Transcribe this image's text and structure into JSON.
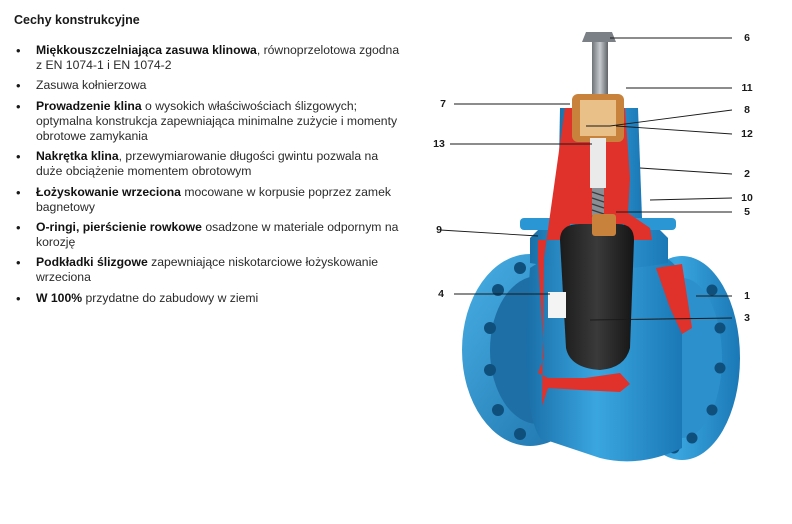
{
  "title": "Cechy konstrukcyjne",
  "features": [
    {
      "bold": "Miękkouszczelniająca zasuwa klinowa",
      "text": ", równoprzelotowa zgodna z EN 1074-1 i EN 1074-2"
    },
    {
      "bold": "",
      "text": "Zasuwa kołnierzowa"
    },
    {
      "bold": "Prowadzenie klina",
      "text": " o wysokich właściwościach ślizgowych; optymalna konstrukcja zapewniająca minimalne zużycie i momenty obrotowe zamykania"
    },
    {
      "bold": "Nakrętka klina",
      "text": ", przewymiarowanie długości gwintu pozwala na duże obciążenie momentem obrotowym"
    },
    {
      "bold": "Łożyskowanie wrzeciona",
      "text": " mocowane w korpusie poprzez zamek bagnetowy"
    },
    {
      "bold": "O-ringi, pierścienie rowkowe",
      "text": " osadzone w materiale odpornym na korozję"
    },
    {
      "bold": "Podkładki ślizgowe",
      "text": " zapewniające niskotarciowe łożyskowanie wrzeciona"
    },
    {
      "bold": "W 100%",
      "text": " przydatne do zabudowy w ziemi"
    }
  ],
  "bullet_symbol": "•",
  "callouts": {
    "n6": "6",
    "n11": "11",
    "n7": "7",
    "n8": "8",
    "n12": "12",
    "n13": "13",
    "n2": "2",
    "n10": "10",
    "n5": "5",
    "n9": "9",
    "n4": "4",
    "n1": "1",
    "n3": "3"
  },
  "colors": {
    "body_blue": "#2a96d4",
    "body_blue_dark": "#1a6fa8",
    "cutaway_red": "#e0312b",
    "wedge_black": "#2a2a2a",
    "brass": "#c9823b"
  }
}
